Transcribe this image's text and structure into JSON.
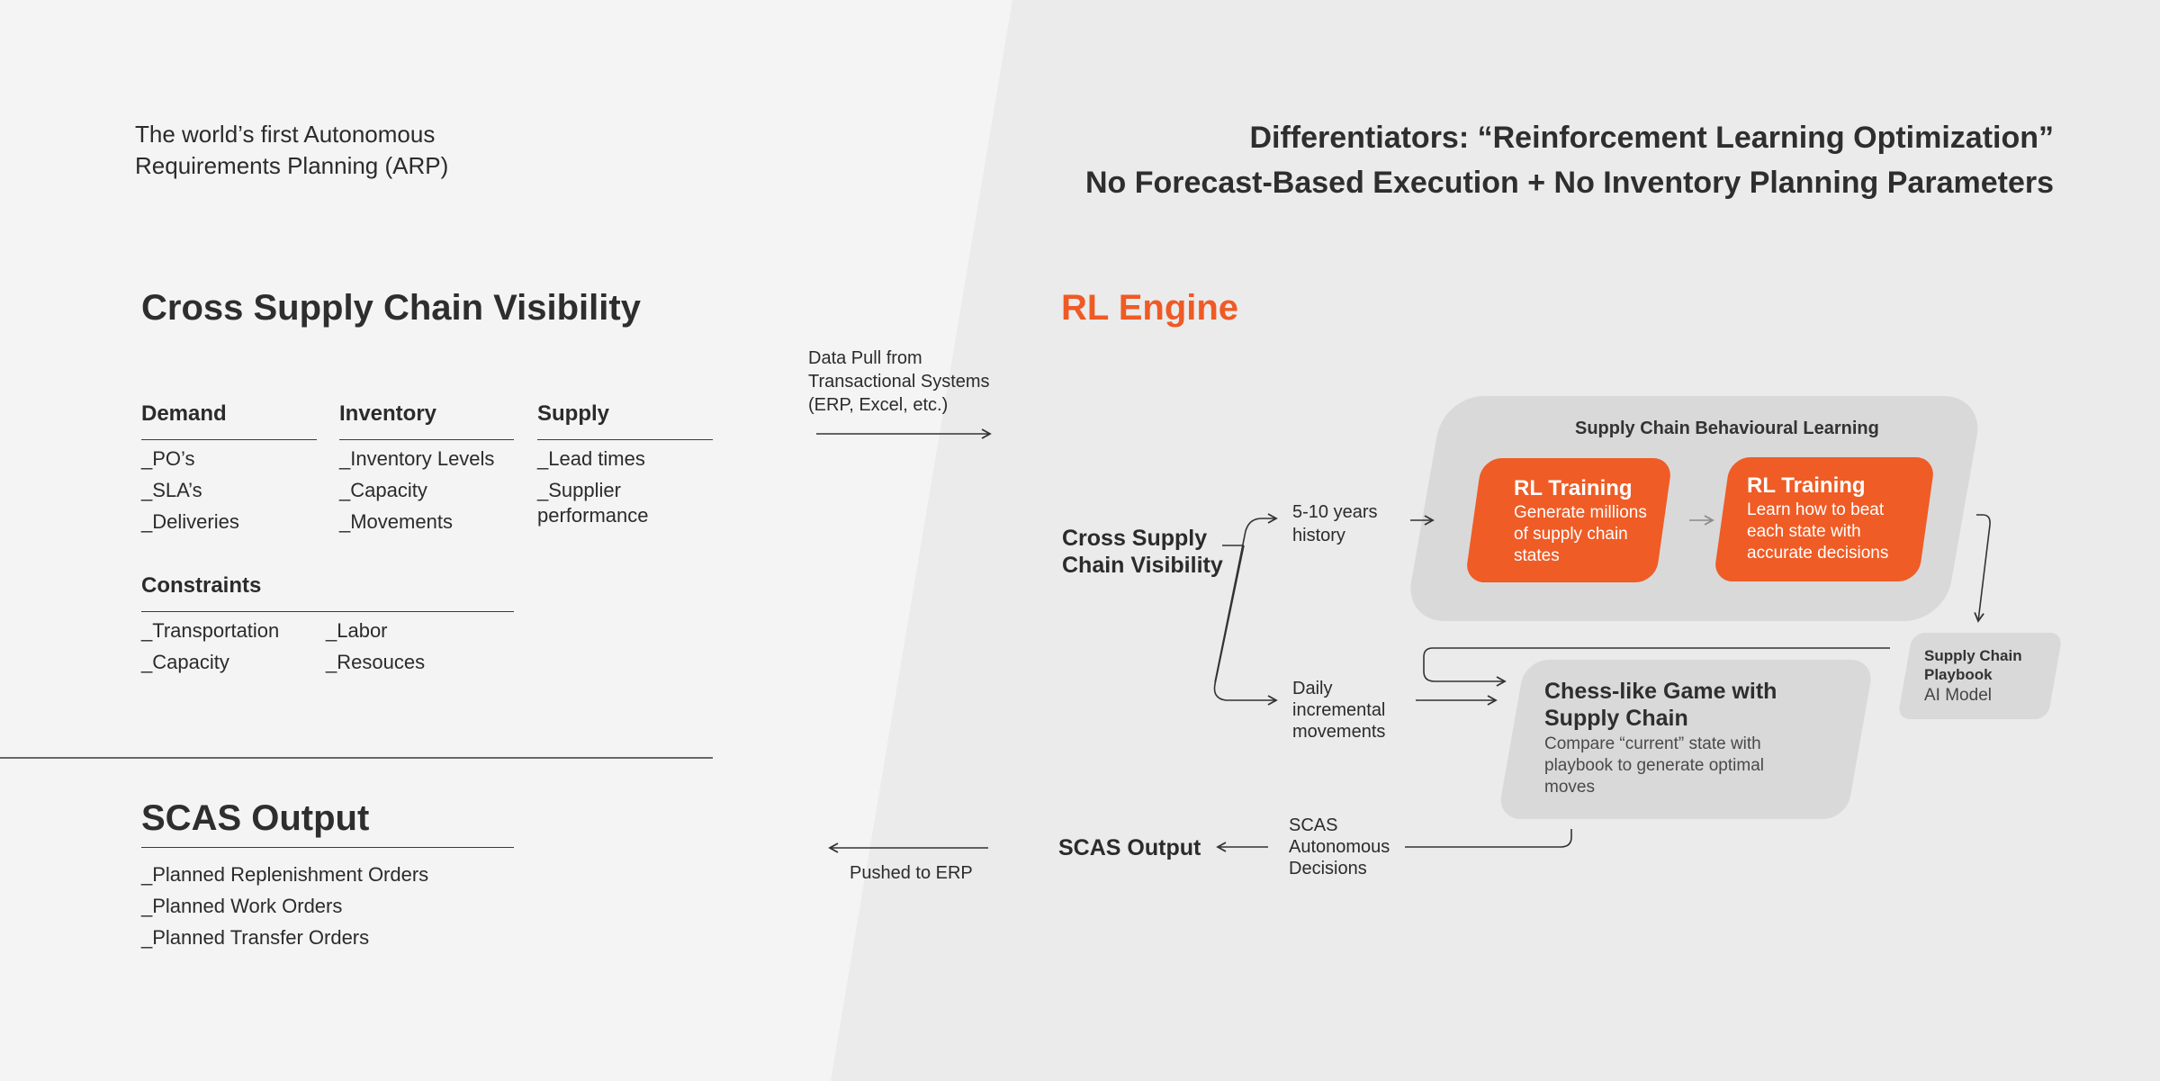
{
  "intro": {
    "line1": "The world’s first Autonomous",
    "line2": "Requirements Planning (ARP)"
  },
  "differentiators": {
    "line1": "Differentiators: “Reinforcement Learning Optimization”",
    "line2": "No Forecast-Based Execution + No Inventory Planning Parameters"
  },
  "visibility": {
    "title": "Cross Supply Chain Visibility",
    "columns": [
      {
        "heading": "Demand",
        "items": [
          "_PO’s",
          "_SLA’s",
          "_Deliveries"
        ]
      },
      {
        "heading": "Inventory",
        "items": [
          "_Inventory Levels",
          "_Capacity",
          "_Movements"
        ]
      },
      {
        "heading": "Supply",
        "items": [
          "_Lead times",
          "_Supplier performance"
        ]
      }
    ],
    "constraints": {
      "heading": "Constraints",
      "col1": [
        "_Transportation",
        "_Capacity"
      ],
      "col2": [
        "_Labor",
        "_Resouces"
      ]
    }
  },
  "output": {
    "title": "SCAS Output",
    "items": [
      "_Planned Replenishment Orders",
      "_Planned Work Orders",
      "_Planned Transfer Orders"
    ]
  },
  "data_pull": {
    "line1": "Data Pull from",
    "line2": "Transactional Systems",
    "line3": "(ERP, Excel, etc.)"
  },
  "pushed_label": "Pushed to ERP",
  "engine": {
    "title": "RL Engine",
    "input_node": {
      "line1": "Cross Supply",
      "line2": "Chain Visibility"
    },
    "history": {
      "line1": "5-10 years",
      "line2": "history"
    },
    "daily": {
      "line1": "Daily",
      "line2": "incremental",
      "line3": "movements"
    },
    "learning_group_title": "Supply Chain Behavioural Learning",
    "rl_training_1": {
      "title": "RL Training",
      "line1": "Generate millions",
      "line2": "of supply chain",
      "line3": "states"
    },
    "rl_training_2": {
      "title": "RL Training",
      "line1": "Learn how to beat",
      "line2": "each state with",
      "line3": "accurate decisions"
    },
    "playbook": {
      "line1": "Supply Chain",
      "line2": "Playbook",
      "line3": "AI Model"
    },
    "chess": {
      "title1": "Chess-like Game with",
      "title2": "Supply Chain",
      "line1": "Compare “current” state with",
      "line2": "playbook to generate optimal",
      "line3": "moves"
    },
    "decisions": {
      "line1": "SCAS",
      "line2": "Autonomous",
      "line3": "Decisions"
    },
    "output_node": "SCAS Output"
  },
  "colors": {
    "accent": "#ef5a25",
    "panel_left": "#f4f4f4",
    "panel_right": "#ebebeb",
    "box_grey": "#d9d9d9",
    "text": "#2b2b2b"
  }
}
